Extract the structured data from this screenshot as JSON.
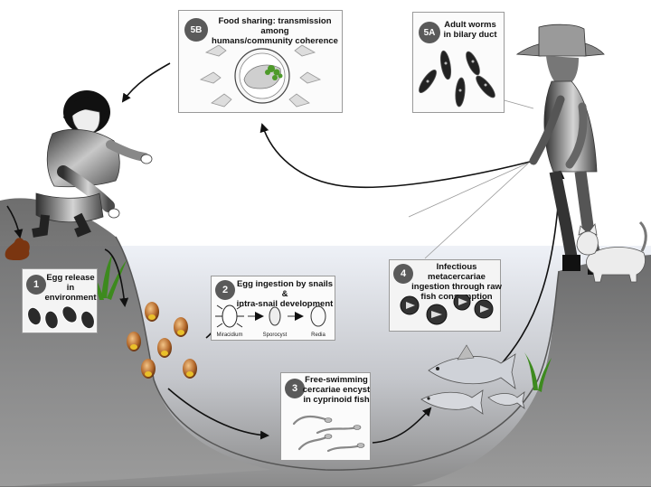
{
  "stages": {
    "s1": {
      "num": "1",
      "title_line1": "Egg release in",
      "title_line2": "environment"
    },
    "s2": {
      "num": "2",
      "title_line1": "Egg ingestion by snails &",
      "title_line2": "intra-snail development",
      "labels": [
        "Miracidium",
        "Sporocyst",
        "Redia"
      ]
    },
    "s3": {
      "num": "3",
      "title_line1": "Free-swimming",
      "title_line2": "cercariae encyst",
      "title_line3": "in cyprinoid fish"
    },
    "s4": {
      "num": "4",
      "title_line1": "Infectious metacercariae",
      "title_line2": "ingestion through raw",
      "title_line3": "fish consumption"
    },
    "s5a": {
      "num": "5A",
      "title_line1": "Adult worms",
      "title_line2": "in bilary duct"
    },
    "s5b": {
      "num": "5B",
      "title_line1": "Food sharing: transmission among",
      "title_line2": "humans/community coherence"
    }
  },
  "colors": {
    "water_top": "#eef1f7",
    "water_bottom": "#8c8c8c",
    "ground": "#7a7a7a",
    "box_fill": "#f4f4f4",
    "badge": "#5a5a5a"
  },
  "icons": [
    "crouching-person-icon",
    "fisherman-icon",
    "cat-icon",
    "snail-icon",
    "fish-icon",
    "egg-icon",
    "hand-icon",
    "worm-icon",
    "plate-icon",
    "grass-icon",
    "feces-icon"
  ]
}
